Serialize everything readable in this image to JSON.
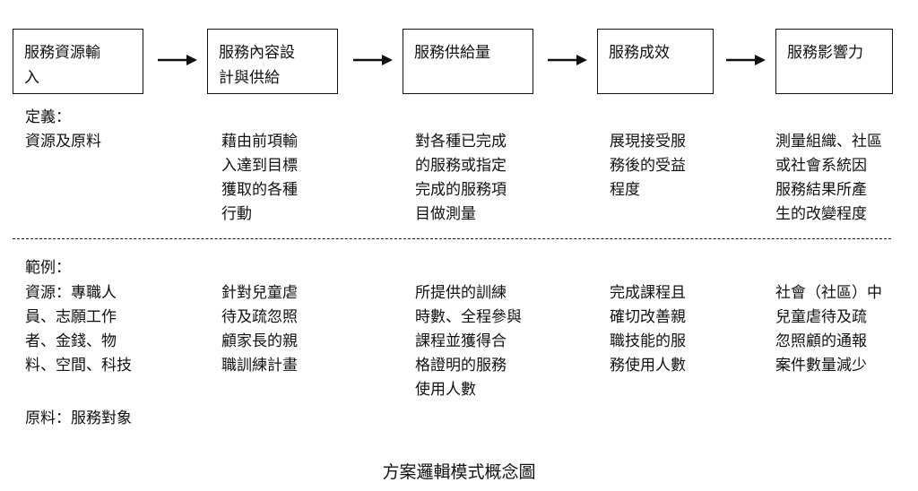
{
  "boxes": [
    "服務資源輸\n入",
    "服務內容設\n計與供給",
    "服務供給量",
    "服務成效",
    "服務影響力"
  ],
  "definition": {
    "label": "定義：",
    "columns": [
      "資源及原料",
      "藉由前項輸\n入達到目標\n獲取的各種\n行動",
      "對各種已完成\n的服務或指定\n完成的服務項\n目做測量",
      "展現接受服\n務後的受益\n程度",
      "測量組織、社區\n或社會系統因\n服務結果所產\n生的改變程度"
    ]
  },
  "example": {
    "label": "範例：",
    "columns": [
      "資源：專職人\n員、志願工作\n者、金錢、物\n料、空間、科技",
      "針對兒童虐\n待及疏忽照\n顧家長的親\n職訓練計畫",
      "所提供的訓練\n時數、全程參與\n課程並獲得合\n格證明的服務\n使用人數",
      "完成課程且\n確切改善親\n職技能的服\n務使用人數",
      "社會（社區）中\n兒童虐待及疏\n忽照顧的通報\n案件數量減少"
    ],
    "raw_material": "原料：服務對象"
  },
  "caption": "方案邏輯模式概念圖"
}
